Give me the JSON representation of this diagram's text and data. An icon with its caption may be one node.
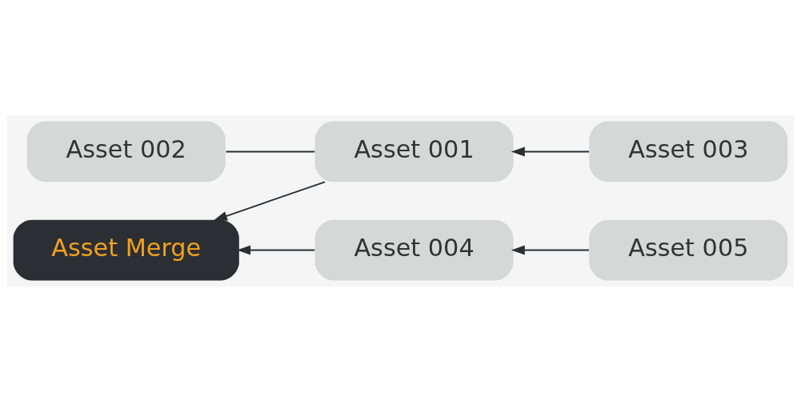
{
  "diagram": {
    "nodes": [
      {
        "text": [
          "Asset Merge"
        ]
      },
      {
        "text": [
          "Asset 001"
        ]
      },
      {
        "text": [
          "Asset 002"
        ]
      },
      {
        "text": [
          "Asset 003"
        ]
      },
      {
        "text": [
          "Asset 004"
        ]
      },
      {
        "text": [
          "Asset 005"
        ]
      }
    ],
    "edges": [
      {
        "from": 4,
        "to": 0,
        "arrow": "to"
      },
      {
        "from": 1,
        "to": 0,
        "arrow": "to"
      },
      {
        "from": 1,
        "to": 2,
        "arrow": "none"
      },
      {
        "from": 3,
        "to": 1,
        "arrow": "to"
      },
      {
        "from": 5,
        "to": 4,
        "arrow": "to"
      }
    ]
  }
}
